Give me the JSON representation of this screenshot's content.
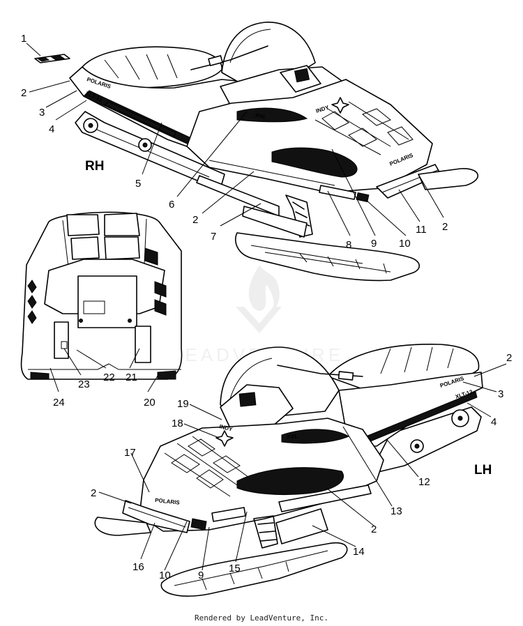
{
  "views": {
    "rh": "RH",
    "lh": "LH"
  },
  "callouts": {
    "c1": "1",
    "c2a": "2",
    "c3a": "3",
    "c4a": "4",
    "c5": "5",
    "c6": "6",
    "c2b": "2",
    "c7": "7",
    "c8": "8",
    "c9a": "9",
    "c10a": "10",
    "c11": "11",
    "c2c": "2",
    "c24": "24",
    "c23": "23",
    "c22": "22",
    "c21": "21",
    "c20": "20",
    "c2d": "2",
    "c3b": "3",
    "c4b": "4",
    "c19": "19",
    "c18": "18",
    "c17": "17",
    "c12": "12",
    "c2e": "2",
    "c13": "13",
    "c2f": "2",
    "c14": "14",
    "c16": "16",
    "c10b": "10",
    "c9b": "9",
    "c15": "15"
  },
  "decals": {
    "brand": "POLARIS",
    "model_rh_side": "XLT-12",
    "model_lh_side": "XLT-12",
    "indy": "INDY",
    "graphic": "PXL"
  },
  "watermark": {
    "logo_text": "LEADVENTURE",
    "icon": "flame-v-logo-icon"
  },
  "footer": {
    "credit": "Rendered by LeadVenture, Inc."
  }
}
